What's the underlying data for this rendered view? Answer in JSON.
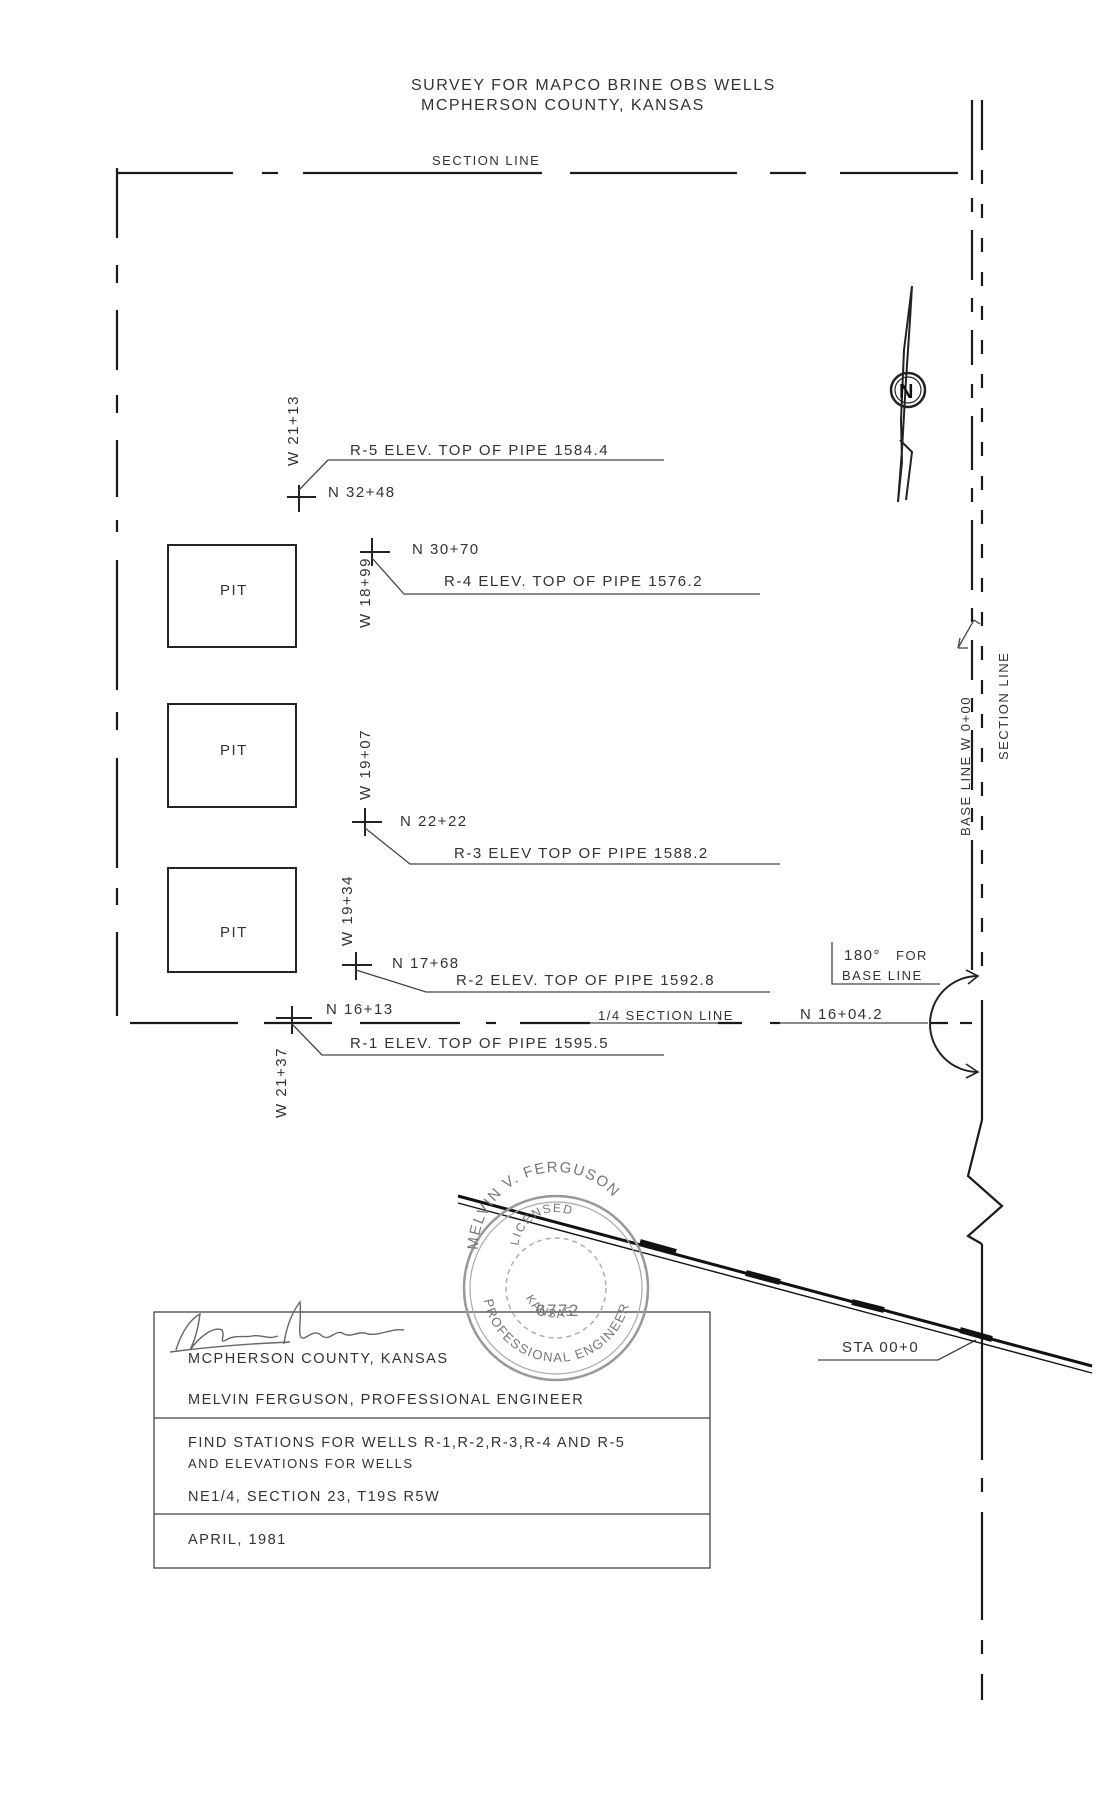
{
  "title": {
    "line1": "SURVEY FOR MAPCO BRINE OBS WELLS",
    "line2": "MCPHERSON COUNTY, KANSAS"
  },
  "lines": {
    "section_line_top": "SECTION LINE",
    "section_line_right": "SECTION LINE",
    "base_line": "BASE LINE W 0+00",
    "quarter_section_line": "1/4 SECTION LINE",
    "quarter_section_station": "N 16+04.2",
    "base_angle_value": "180°",
    "base_angle_text1": "FOR",
    "base_angle_text2": "BASE LINE",
    "sta_label": "STA 00+0"
  },
  "north_arrow": {
    "letter": "N"
  },
  "pits": [
    {
      "label": "PIT"
    },
    {
      "label": "PIT"
    },
    {
      "label": "PIT"
    }
  ],
  "wells": {
    "r5": {
      "west": "W 21+13",
      "north": "N 32+48",
      "label": "R-5 ELEV. TOP OF PIPE 1584.4"
    },
    "r4": {
      "west": "W 18+99",
      "north": "N 30+70",
      "label": "R-4 ELEV. TOP OF PIPE 1576.2"
    },
    "r3": {
      "west": "W 19+07",
      "north": "N 22+22",
      "label": "R-3 ELEV TOP OF PIPE 1588.2"
    },
    "r2": {
      "west": "W 19+34",
      "north": "N 17+68",
      "label": "R-2 ELEV. TOP OF PIPE 1592.8"
    },
    "r1": {
      "west": "W 21+37",
      "north": "N 16+13",
      "label": "R-1 ELEV. TOP OF PIPE 1595.5"
    }
  },
  "seal": {
    "top_text": "MELVIN V. FERGUSON",
    "license_text": "LICENSED",
    "number": "6772",
    "state": "KANSAS",
    "bottom_text": "PROFESSIONAL ENGINEER"
  },
  "title_block": {
    "county": "MCPHERSON COUNTY, KANSAS",
    "engineer": "MELVIN FERGUSON, PROFESSIONAL ENGINEER",
    "description_line1": "FIND STATIONS FOR WELLS R-1,R-2,R-3,R-4 AND R-5",
    "description_line2": "AND ELEVATIONS FOR WELLS",
    "location": "NE1/4, SECTION 23, T19S R5W",
    "date": "APRIL, 1981"
  }
}
